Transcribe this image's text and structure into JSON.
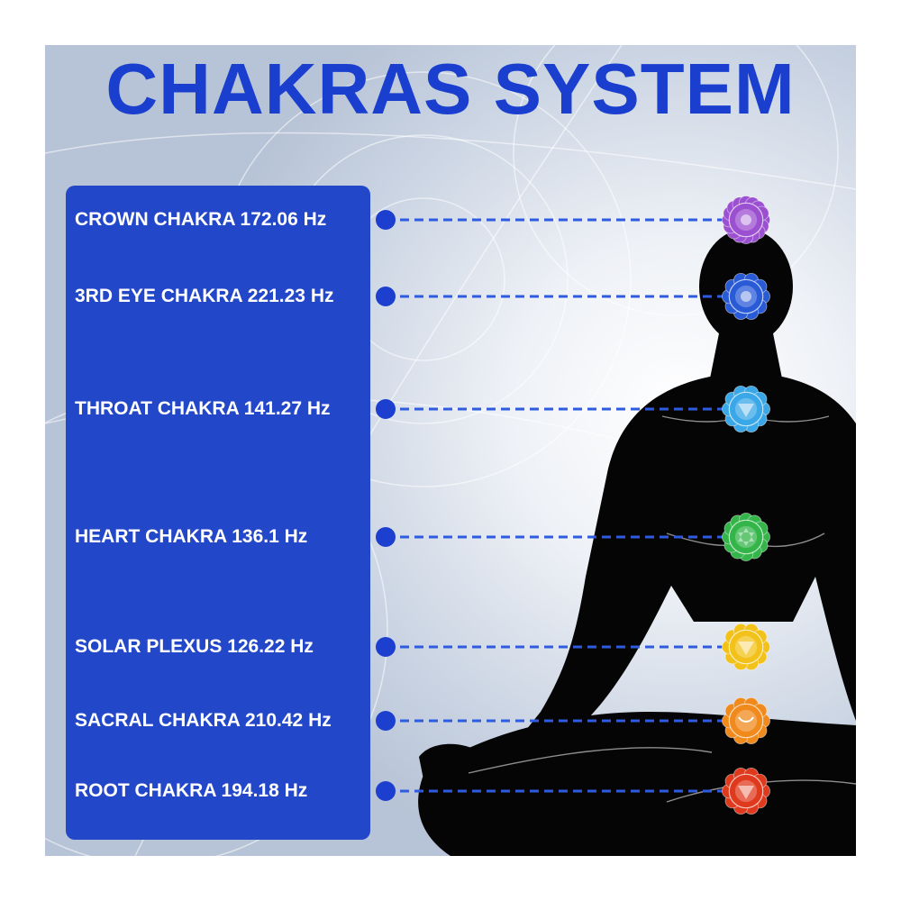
{
  "title": "CHAKRAS SYSTEM",
  "colors": {
    "title": "#1a3fcf",
    "label_panel": "#2347c9",
    "connector": "#2f5be0",
    "silhouette": "#050505"
  },
  "chakras": [
    {
      "label": "CROWN CHAKRA 172.06 Hz",
      "icon": "crown-chakra-lotus-om-icon",
      "color": "#9b4fd1"
    },
    {
      "label": "3RD EYE CHAKRA 221.23 Hz",
      "icon": "third-eye-chakra-icon",
      "color": "#2a5bd7"
    },
    {
      "label": "THROAT CHAKRA 141.27 Hz",
      "icon": "throat-chakra-icon",
      "color": "#3aa7e8"
    },
    {
      "label": "HEART CHAKRA 136.1 Hz",
      "icon": "heart-chakra-icon",
      "color": "#33b54a"
    },
    {
      "label": "SOLAR PLEXUS 126.22 Hz",
      "icon": "solar-plexus-chakra-icon",
      "color": "#f2c21b"
    },
    {
      "label": "SACRAL CHAKRA 210.42 Hz",
      "icon": "sacral-chakra-icon",
      "color": "#f08a1c"
    },
    {
      "label": "ROOT CHAKRA 194.18 Hz",
      "icon": "root-chakra-icon",
      "color": "#e03a1e"
    }
  ]
}
